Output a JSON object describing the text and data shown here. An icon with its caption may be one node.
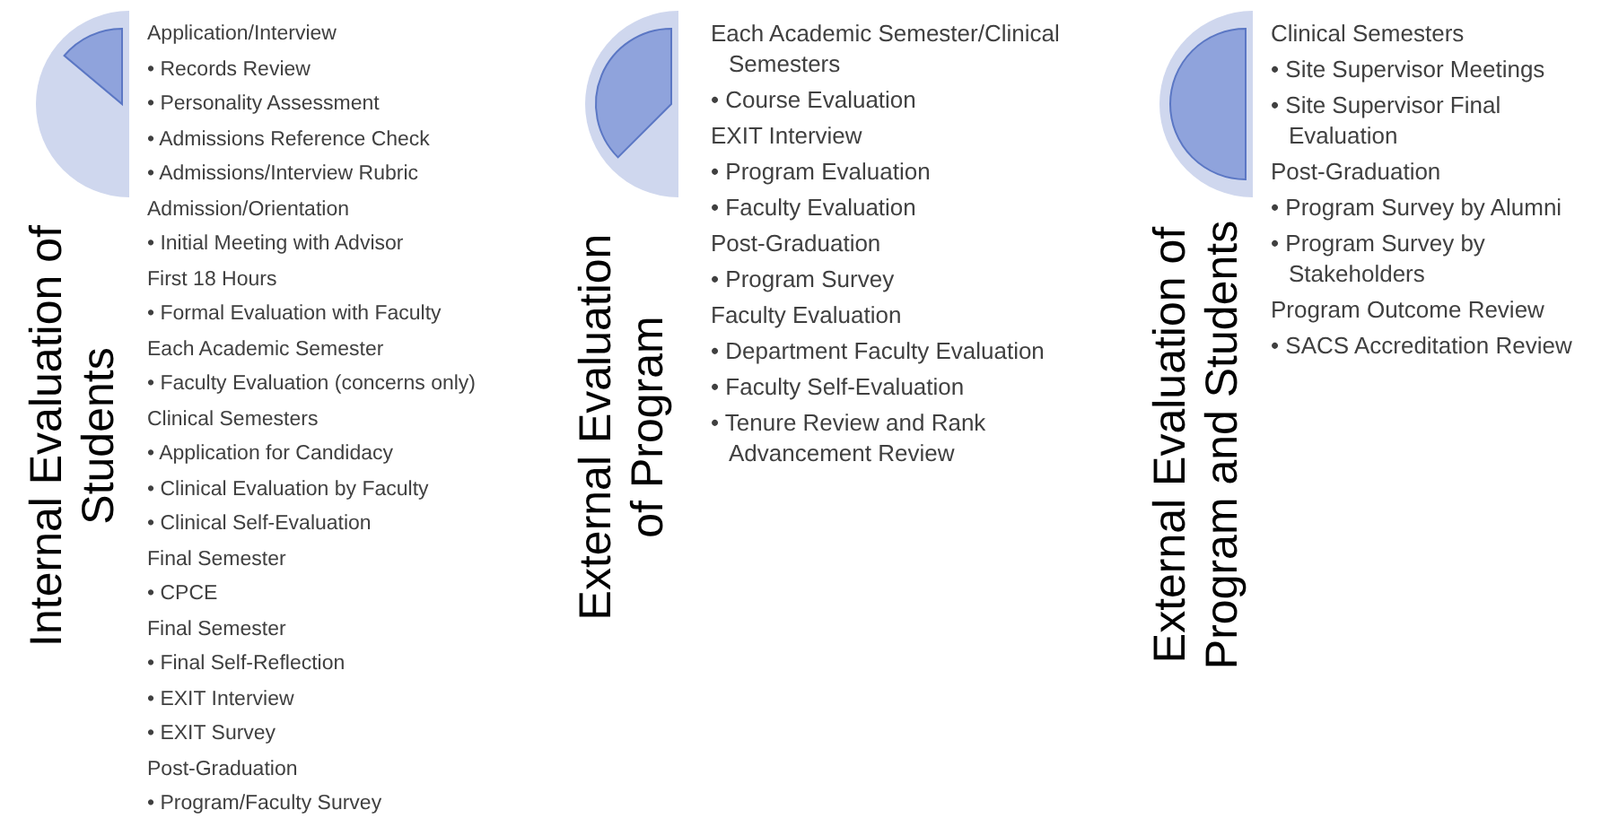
{
  "diagram": {
    "nodes": [
      {
        "text": [],
        "shape": "circle",
        "beside": [
          "Internal Evaluation of Students",
          "Application/Interview",
          "• Records Review",
          "• Personality Assessment",
          "• Admissions Reference Check",
          "• Admissions/Interview Rubric",
          "Admission/Orientation",
          "• Initial Meeting with Advisor",
          "First 18 Hours",
          "• Formal Evaluation with Faculty",
          "Each Academic Semester",
          "• Faculty Evaluation (concerns only)",
          "Clinical Semesters",
          "• Application for Candidacy",
          "• Clinical  Evaluation by Faculty",
          "• Clinical Self-Evaluation",
          "Final Semester",
          "• CPCE",
          "Final Semester",
          "• Final Self-Reflection",
          "• EXIT Interview",
          "• EXIT Survey",
          "Post-Graduation",
          "• Program/Faculty Survey"
        ]
      },
      {
        "text": [],
        "shape": "circle",
        "beside": [
          "External Evaluation of Program",
          "Each Academic Semester/Clinical Semesters",
          "• Course Evaluation",
          "EXIT Interview",
          "• Program Evaluation",
          "• Faculty Evaluation",
          "Post-Graduation",
          "• Program Survey",
          "Faculty Evaluation",
          "• Department Faculty Evaluation",
          "• Faculty Self-Evaluation",
          "• Tenure Review and Rank Advancement Review"
        ]
      },
      {
        "text": [],
        "shape": "circle",
        "beside": [
          "External Evaluation of Program and Students",
          "Clinical Semesters",
          "• Site Supervisor Meetings",
          "• Site Supervisor Final Evaluation",
          "Post-Graduation",
          "• Program Survey by Alumni",
          "• Program Survey by Stakeholders",
          "Program Outcome Review",
          "• SACS Accreditation Review"
        ]
      }
    ]
  }
}
